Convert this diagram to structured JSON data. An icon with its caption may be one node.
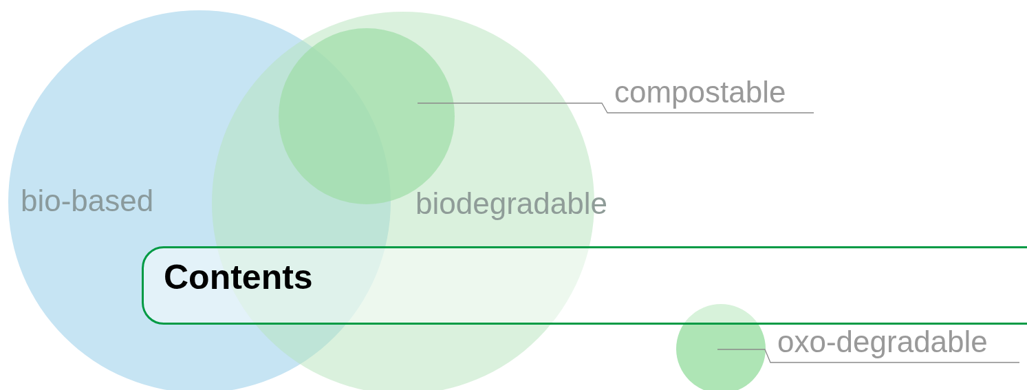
{
  "diagram": {
    "nodes": [
      {
        "text": [
          "bio-based"
        ]
      },
      {
        "text": [
          "biodegradable"
        ]
      },
      {
        "text": [],
        "shape": "circle",
        "in": 1
      },
      {
        "text": [
          "compostable"
        ]
      },
      {
        "text": [
          "Contents"
        ]
      },
      {
        "text": [],
        "shape": "circle"
      },
      {
        "text": [
          "oxo-degradable"
        ]
      }
    ],
    "edges": [
      {
        "from": 3,
        "to": 2,
        "arrow": "none"
      },
      {
        "from": 6,
        "to": 5,
        "arrow": "none"
      }
    ]
  }
}
